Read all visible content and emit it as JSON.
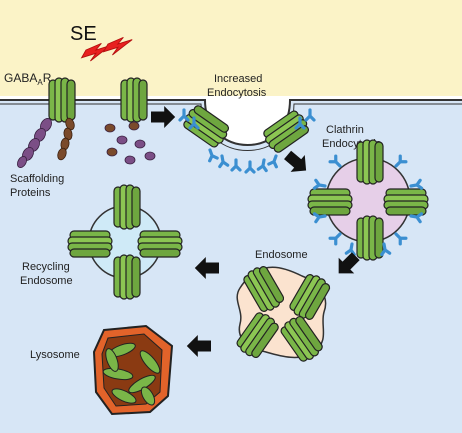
{
  "labels": {
    "se": "SE",
    "receptor_main": "GABA",
    "receptor_sub": "A",
    "receptor_tail": "R",
    "scaffolding_line1": "Scaffolding",
    "scaffolding_line2": "Proteins",
    "increased_line1": "Increased",
    "increased_line2": "Endocytosis",
    "clathrin_line1": "Clathrin",
    "clathrin_line2": "Endocytosis",
    "endosome": "Endosome",
    "recycling_line1": "Recycling",
    "recycling_line2": "Endosome",
    "lysosome": "Lysosome"
  },
  "colors": {
    "extracellular": "#fbf3c7",
    "intracellular": "#d7e6f6",
    "receptor": "#7ab648",
    "clathrin": "#3b8fd1",
    "clathrin_vesicle": "#e6cfe8",
    "endosome": "#fbe3cf",
    "recycling_endosome": "#cfeaf7",
    "lysosome": "#e2632a",
    "scaffold_purple": "#7b4e86",
    "scaffold_brown": "#7a4a2b",
    "lightning": "#e8201f",
    "arrow": "#111111"
  },
  "icons": {
    "lightning": "lightning-bolt-icon",
    "arrow": "process-arrow-icon"
  }
}
